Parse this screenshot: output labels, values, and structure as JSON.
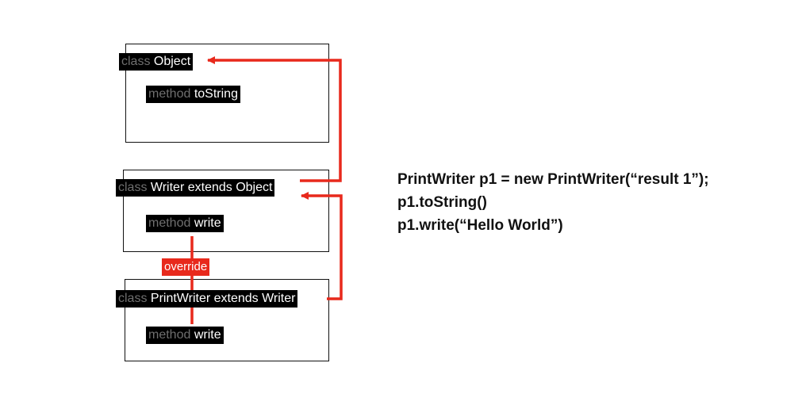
{
  "classes": [
    {
      "keyword": "class",
      "name": "Object",
      "method_keyword": "method",
      "method_name": "toString"
    },
    {
      "keyword": "class",
      "name": "Writer extends Object",
      "method_keyword": "method",
      "method_name": "write"
    },
    {
      "keyword": "class",
      "name": "PrintWriter extends Writer",
      "method_keyword": "method",
      "method_name": "write"
    }
  ],
  "override_label": "override",
  "code_lines": [
    "PrintWriter p1 = new PrintWriter(“result 1”);",
    "p1.toString()",
    "p1.write(“Hello World”)"
  ],
  "colors": {
    "arrow": "#e8291c",
    "label_bg": "#000000",
    "keyword_text": "#6f6f6f",
    "name_text": "#ffffff"
  }
}
